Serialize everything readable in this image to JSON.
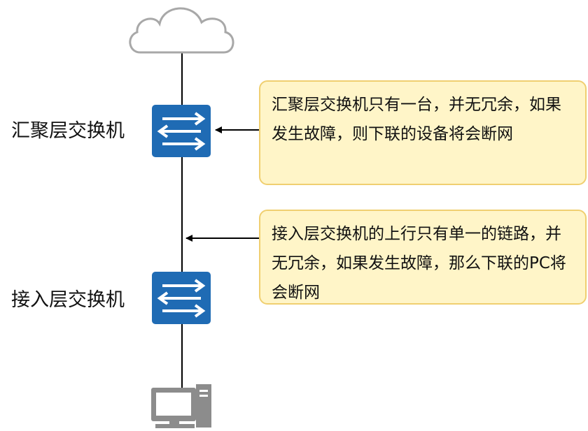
{
  "nodes": {
    "aggregation_switch": {
      "label": "汇聚层交换机"
    },
    "access_switch": {
      "label": "接入层交换机"
    }
  },
  "callouts": {
    "aggregation": "汇聚层交换机只有一台，并无冗余，如果发生故障，则下联的设备将会断网",
    "access_uplink": "接入层交换机的上行只有单一的链路，并无冗余，如果发生故障，那么下联的PC将会断网"
  },
  "colors": {
    "switch_fill": "#1f6bb4",
    "cloud_stroke": "#a8a8a8",
    "pc_fill": "#8c8c8c",
    "callout_fill": "#fff5c8",
    "callout_border": "#f0cf70",
    "line": "#000000"
  },
  "icons": {
    "top": "cloud-icon",
    "aggregation_switch": "switch-icon",
    "access_switch": "switch-icon",
    "endpoint": "pc-icon"
  }
}
